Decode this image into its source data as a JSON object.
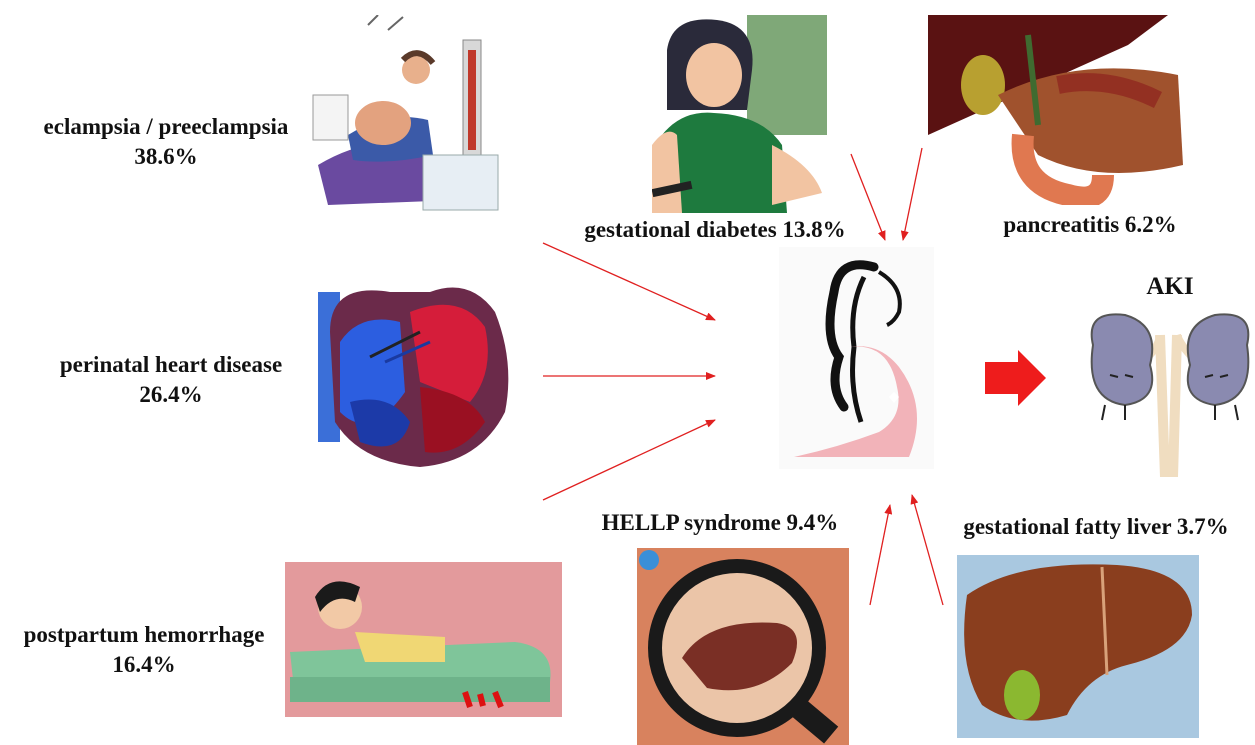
{
  "labels": {
    "eclampsia_name": "eclampsia / preeclampsia",
    "eclampsia_pct": "38.6%",
    "heart_name": "perinatal heart disease",
    "heart_pct": "26.4%",
    "hemorrhage_name": "postpartum hemorrhage",
    "hemorrhage_pct": "16.4%",
    "diabetes": "gestational diabetes 13.8%",
    "pancreatitis": "pancreatitis 6.2%",
    "hellp": "HELLP syndrome 9.4%",
    "fatty_liver": "gestational fatty liver 3.7%",
    "outcome": "AKI"
  },
  "colors": {
    "arrow": "#e02020",
    "big_arrow": "#ee1c1c",
    "pregnant_fill": "#f2b3b9"
  }
}
